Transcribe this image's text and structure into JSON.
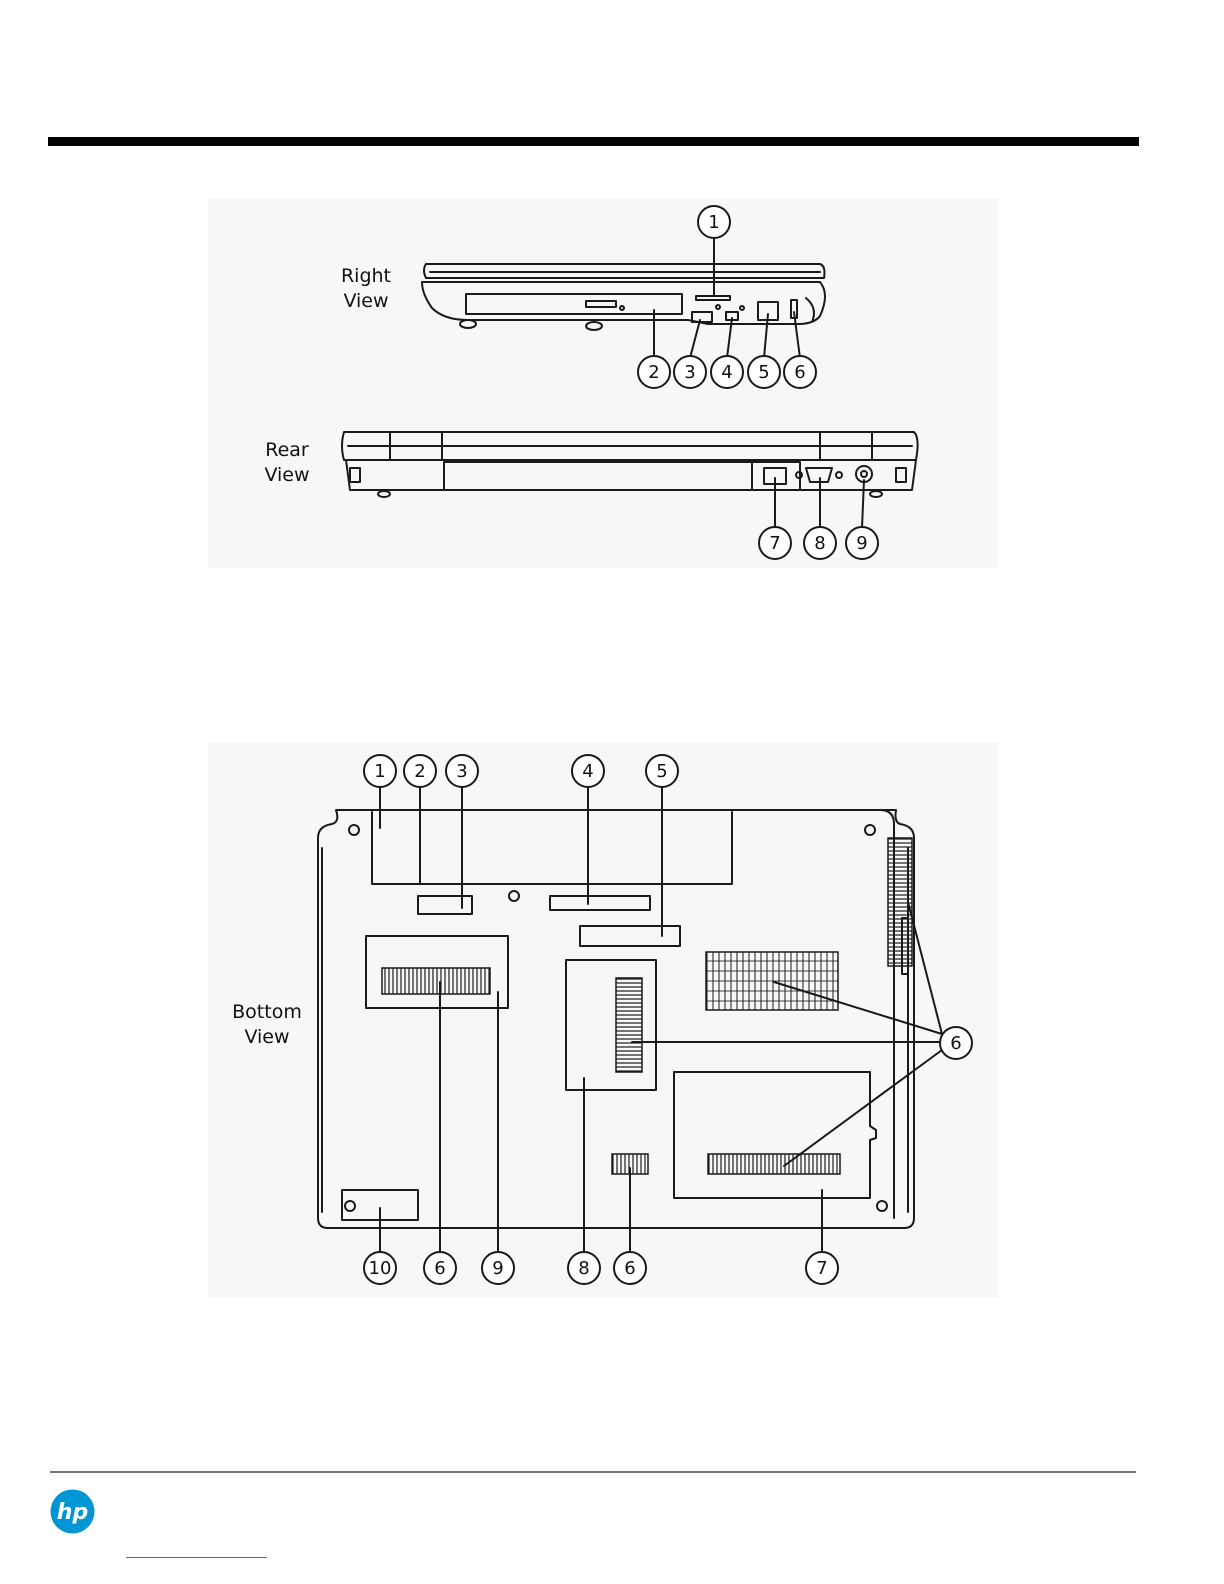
{
  "views": {
    "right": {
      "label_line1": "Right",
      "label_line2": "View",
      "callouts": [
        "1",
        "2",
        "3",
        "4",
        "5",
        "6"
      ]
    },
    "rear": {
      "label_line1": "Rear",
      "label_line2": "View",
      "callouts": [
        "7",
        "8",
        "9"
      ]
    },
    "bottom": {
      "label_line1": "Bottom",
      "label_line2": "View",
      "callouts_top": [
        "1",
        "2",
        "3",
        "4",
        "5"
      ],
      "callout_side": "6",
      "callouts_bottom": [
        "10",
        "6",
        "9",
        "8",
        "6",
        "7"
      ]
    }
  },
  "logo": {
    "icon": "hp-logo-icon",
    "text": "hp",
    "color": "#0096d6"
  }
}
